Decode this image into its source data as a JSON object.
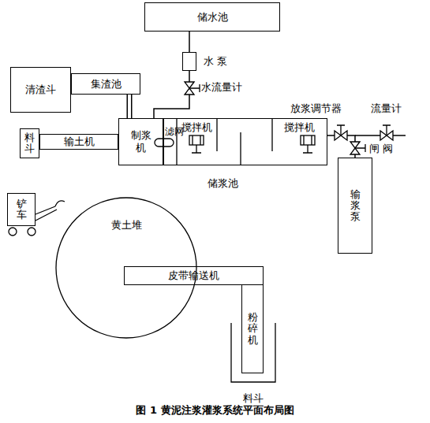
{
  "diagram": {
    "caption": "图 1 黄泥注浆灌浆系统平面布局图",
    "nodes": [
      {
        "text": [
          "储水池"
        ]
      },
      {
        "text": [
          "水 泵"
        ]
      },
      {
        "text": [
          "清渣斗"
        ]
      },
      {
        "text": [
          "集渣池"
        ]
      },
      {
        "text": [
          "料斗"
        ]
      },
      {
        "text": [
          "输土机"
        ]
      },
      {
        "text": [
          "制浆机"
        ]
      },
      {
        "text": [
          "储浆池"
        ]
      },
      {
        "text": [
          "输浆泵"
        ]
      },
      {
        "text": [
          "铲车"
        ]
      },
      {
        "text": [
          "黄土堆"
        ]
      },
      {
        "text": [
          "皮带输送机"
        ]
      },
      {
        "text": [
          "料斗"
        ]
      },
      {
        "text": [
          "粉碎机"
        ],
        "in": 12
      }
    ],
    "edges": [
      {
        "from": 0,
        "to": 1,
        "arrow": "none"
      },
      {
        "from": 1,
        "to": 6,
        "arrow": "none"
      },
      {
        "from": 3,
        "to": 6,
        "arrow": "none"
      },
      {
        "from": 7,
        "to": 8,
        "arrow": "none"
      }
    ],
    "labels": [
      "水流量计",
      "搅拌机",
      "搅拌机",
      "滤网",
      "放浆调节器",
      "流量计",
      "闸 阀"
    ]
  }
}
